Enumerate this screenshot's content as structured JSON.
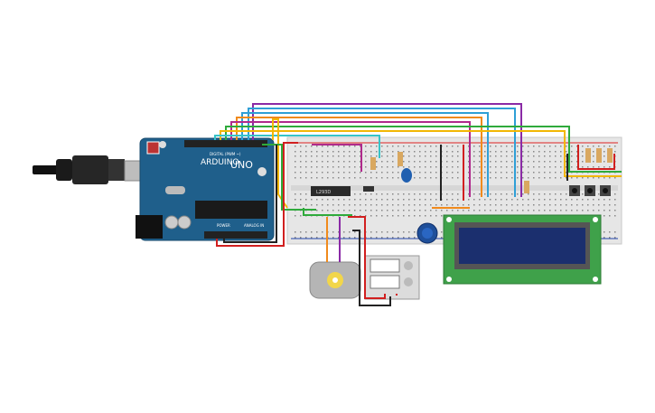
{
  "arduino": {
    "logo": "ARDUINO",
    "model": "UNO",
    "digital_label": "DIGITAL (PWM ~)",
    "power_label": "POWER",
    "analog_label": "ANALOG IN"
  },
  "driver_chip": {
    "label": "L293D"
  },
  "colors": {
    "board_blue": "#1f5f8b",
    "breadboard": "#e6e6e6",
    "lcd_pcb": "#3fa14a",
    "lcd_screen": "#1b2f6e",
    "wire_red": "#d11f1f",
    "wire_black": "#222222",
    "wire_yellow": "#f2b705",
    "wire_orange": "#f08a1c",
    "wire_green": "#2faa3c",
    "wire_blue": "#2f9fd6",
    "wire_purple": "#8a2aa6",
    "wire_magenta": "#b02a8c",
    "wire_cyan": "#37c3c8"
  },
  "icons": [
    "usb-cable-icon",
    "dc-motor-icon",
    "battery-pack-icon",
    "potentiometer-icon",
    "pushbutton-icon"
  ]
}
